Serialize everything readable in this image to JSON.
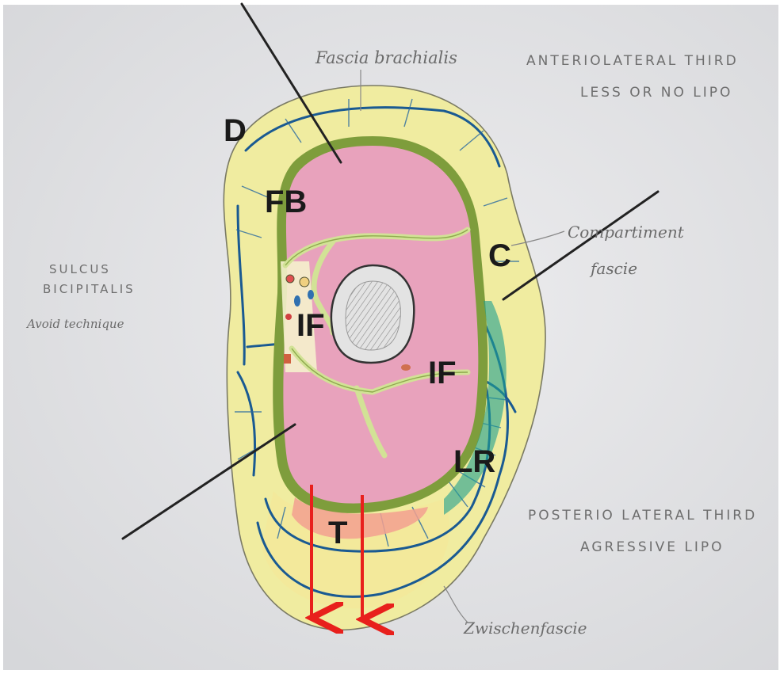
{
  "labels": {
    "D": "D",
    "FB": "FB",
    "C": "C",
    "IF_medial": "IF",
    "IF_lateral": "IF",
    "LR": "LR",
    "T": "T"
  },
  "notes": {
    "fascia_brachialis": "Fascia brachialis",
    "anterolateral_line1": "ANTERIOLATERAL THIRD",
    "anterolateral_line2": "LESS OR NO LIPO",
    "compartment_line1": "Compartiment",
    "compartment_line2": "fascie",
    "sulcus_line1": "SULCUS",
    "sulcus_line2": "BICIPITALIS",
    "sulcus_line3": "Avoid technique",
    "posterolateral_line1": "POSTERIO LATERAL THIRD",
    "posterolateral_line2": "AGRESSIVE LIPO",
    "zwischenfascie": "Zwischenfascie"
  },
  "colors": {
    "paper": "#e4e4e6",
    "fat": "#f0eca0",
    "muscle": "#e8a2bc",
    "fascia": "#7e9d3c",
    "septa": "#d2e296",
    "vessels": "#1a5a92",
    "arrows": "#e8201c",
    "lines": "#222222",
    "bone": "#d8d8d8"
  }
}
